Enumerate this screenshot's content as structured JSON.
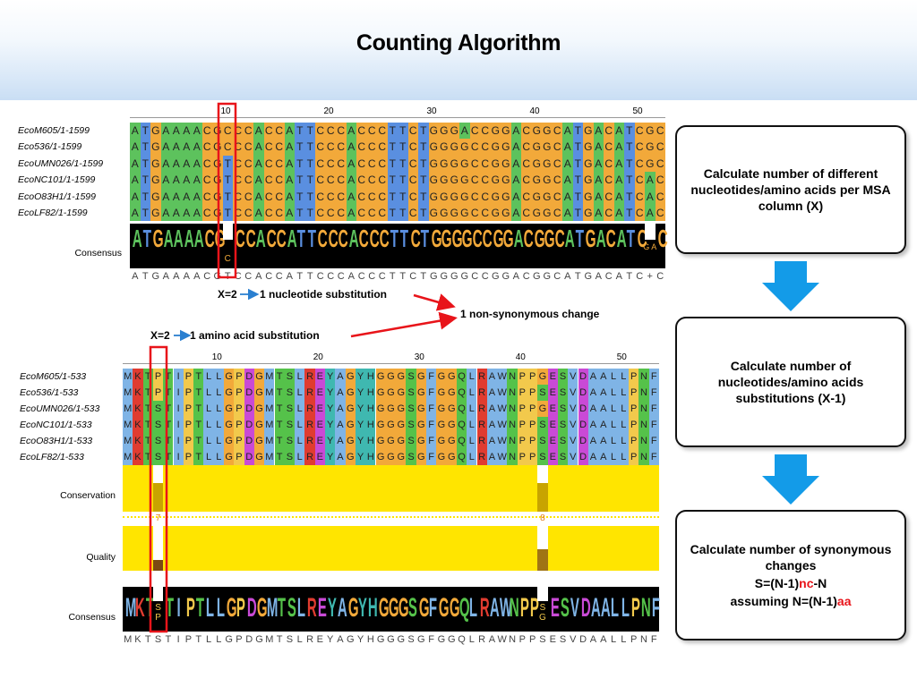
{
  "title": "Counting Algorithm",
  "nuc": {
    "ruler": [
      "10",
      "20",
      "30",
      "40",
      "50"
    ],
    "names": [
      "EcoM605/1-1599",
      "Eco536/1-1599",
      "EcoUMN026/1-1599",
      "EcoNC101/1-1599",
      "EcoO83H1/1-1599",
      "EcoLF82/1-1599"
    ],
    "rows": [
      "ATGAAAACGCCCACCATTCCCACCCTTCTGGGACCGGACGGCATGACATCGC",
      "ATGAAAACGCCCACCATTCCCACCCTTCTGGGGCCGGACGGCATGACATCGC",
      "ATGAAAACGTCCACCATTCCCACCCTTCTGGGGCCGGACGGCATGACATCGC",
      "ATGAAAACGTCCACCATTCCCACCCTTCTGGGGCCGGACGGCATGACATCAC",
      "ATGAAAACGTCCACCATTCCCACCCTTCTGGGGCCGGACGGCATGACATCAC",
      "ATGAAAACGTCCACCATTCCCACCCTTCTGGGGCCGGACGGCATGACATCAC"
    ],
    "consensus_label": "Consensus",
    "consensus": "ATGAAAACG CCACCATTCCCACCCTTCTGGGGCCGGACGGCATGACATC C",
    "consensus_sub": [
      "C",
      "",
      "G A"
    ],
    "consensus_line": "ATGAAAACGTCCACCATTCCCACCCTTCTGGGGCCGGACGGCATGACATC+C",
    "annotation": "X=2",
    "annotation_text": "1 nucleotide substitution"
  },
  "link_text": "1 non-synonymous change",
  "prot": {
    "annotation": "X=2",
    "annotation_text": "1 amino acid substitution",
    "ruler": [
      "10",
      "20",
      "30",
      "40",
      "50"
    ],
    "names": [
      "EcoM605/1-533",
      "Eco536/1-533",
      "EcoUMN026/1-533",
      "EcoNC101/1-533",
      "EcoO83H1/1-533",
      "EcoLF82/1-533"
    ],
    "rows": [
      "MKTPTIPTLLGPDGMTSLREYAGYHGGGSGFGGQLRAWNPPGESVDAALLPNF",
      "MKTPTIPTLLGPDGMTSLREYAGYHGGGSGFGGQLRAWNPPSESVDAALLPNF",
      "MKTSTIPTLLGPDGMTSLREYAGYHGGGSGFGGQLRAWNPPGESVDAALLPNF",
      "MKTSTIPTLLGPDGMTSLREYAGYHGGGSGFGGQLRAWNPPSESVDAALLPNF",
      "MKTSTIPTLLGPDGMTSLREYAGYHGGGSGFGGQLRAWNPPSESVDAALLPNF",
      "MKTSTIPTLLGPDGMTSLREYAGYHGGGSGFGGQLRAWNPPSESVDAALLPNF"
    ],
    "conservation_label": "Conservation",
    "conservation_marks": [
      "7",
      "8"
    ],
    "quality_label": "Quality",
    "consensus_label": "Consensus",
    "consensus": "MKT TIPTLLGPDGMTSLREYAGYHGGGSGFGGQLRAWNPP ESVDAALLPNF",
    "consensus_sub": [
      "S P",
      "S G"
    ],
    "consensus_line": "MKTSTIPTLLGPDGMTSLREYAGYHGGGSGFGGQLRAWNPPSESVDAALLPNF"
  },
  "flow": {
    "box1": "Calculate number of different nucleotides/amino acids per MSA column (X)",
    "box2": "Calculate number of nucleotides/amino acids substitutions (X-1)",
    "box3_line1": "Calculate number of synonymous changes",
    "box3_formula_a": "S=(N-1)",
    "box3_formula_b": "nc",
    "box3_formula_c": "-N",
    "box3_assume_a": "assuming N=(N-1)",
    "box3_assume_b": "aa"
  },
  "colors": {
    "A": "#5dc25d",
    "T": "#5a8fe0",
    "G": "#f2a93a",
    "C": "#f2a93a",
    "arrow_blue": "#139be8",
    "highlight_red": "#e8141a",
    "quality_yellow": "#ffe500"
  }
}
